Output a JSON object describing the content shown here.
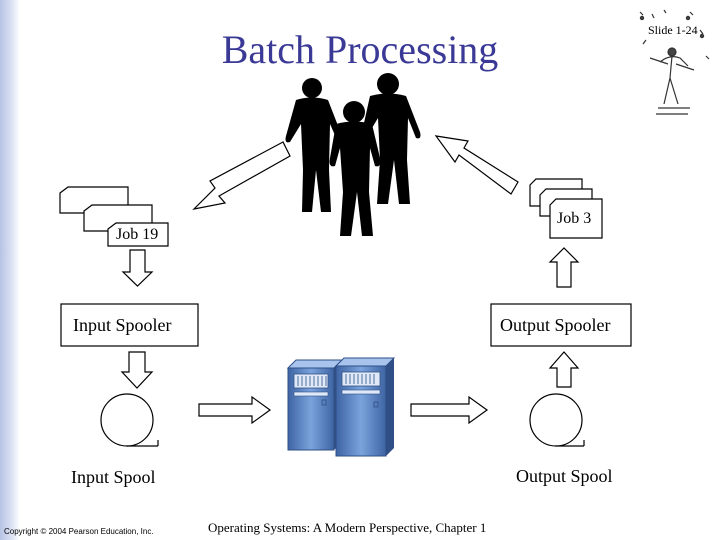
{
  "slide": {
    "title": "Batch Processing",
    "slide_number": "Slide 1-24",
    "footer_left": "Copyright © 2004 Pearson Education, Inc.",
    "footer_center": "Operating Systems: A Modern Perspective, Chapter 1"
  },
  "diagram": {
    "input_job_label": "Job 19",
    "output_job_label": "Job 3",
    "input_spooler_label": "Input Spooler",
    "output_spooler_label": "Output Spooler",
    "input_spool_label": "Input Spool",
    "output_spool_label": "Output Spool"
  },
  "icons": {
    "users": "users-silhouette-icon",
    "computer": "mainframe-computer-icon",
    "logo": "conductor-logo-icon"
  },
  "colors": {
    "title": "#3a3a96",
    "computer_body": "#5b86c7",
    "computer_dark": "#2f4f86",
    "band": "#b7c3e4"
  }
}
